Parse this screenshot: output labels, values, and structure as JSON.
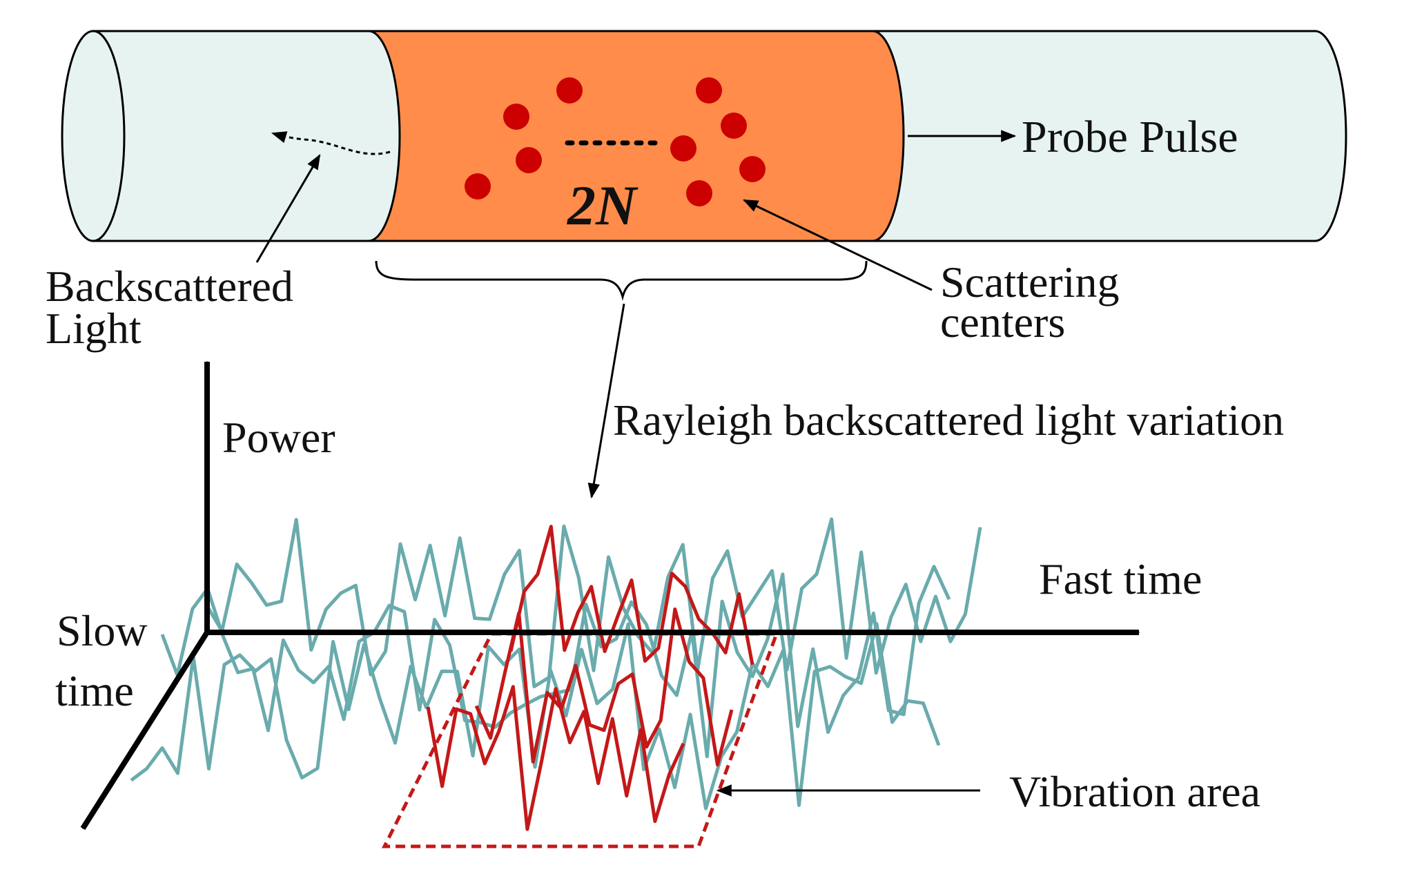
{
  "labels": {
    "probe_pulse": "Probe Pulse",
    "backscattered_line1": "Backscattered",
    "backscattered_line2": "Light",
    "scattering_line1": "Scattering",
    "scattering_line2": "centers",
    "segment_count": "2N",
    "rayleigh": "Rayleigh backscattered light variation",
    "power_axis": "Power",
    "fast_time_axis": "Fast time",
    "slow_time_line1": "Slow",
    "slow_time_line2": "time",
    "vibration_area": "Vibration area"
  },
  "colors": {
    "fiber_fill": "#e6f3f1",
    "pulse_fill": "#ff8c4a",
    "scatter_dot": "#cc0000",
    "trace_normal": "#6aabad",
    "trace_vibration": "#c41818",
    "axis": "#000000"
  }
}
